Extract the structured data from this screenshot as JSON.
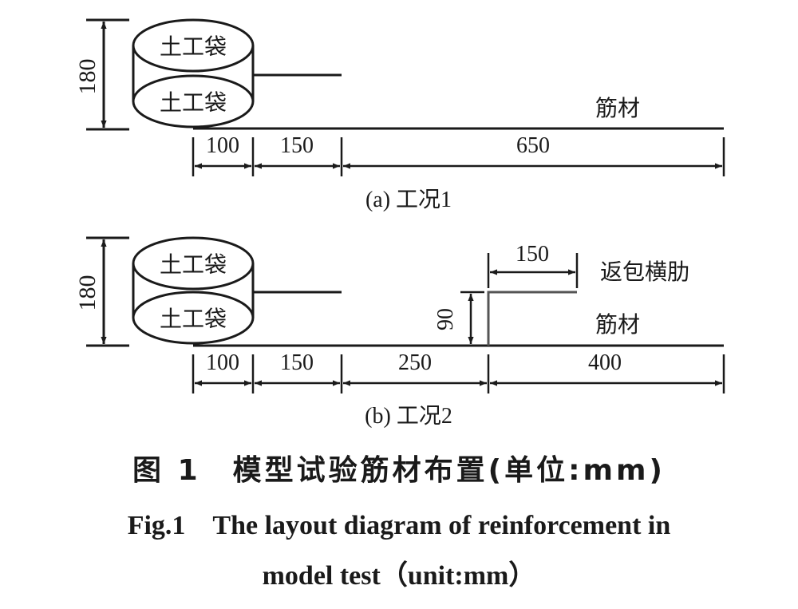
{
  "panel_a": {
    "height_dim": "180",
    "bag_top": "土工袋",
    "bag_bottom": "土工袋",
    "reinforcement_label": "筋材",
    "dims": [
      "100",
      "150",
      "650"
    ],
    "caption": "(a) 工况1"
  },
  "panel_b": {
    "height_dim": "180",
    "bag_top": "土工袋",
    "bag_bottom": "土工袋",
    "reinforcement_label": "筋材",
    "rib_label": "返包横肋",
    "rib_length": "150",
    "rib_height": "90",
    "dims": [
      "100",
      "150",
      "250",
      "400"
    ],
    "caption": "(b) 工况2"
  },
  "figure_caption": {
    "cn": "图 1　模型试验筋材布置(单位:mm)",
    "en_line1": "Fig.1　The layout diagram of reinforcement in",
    "en_line2": "model test（unit:mm）"
  },
  "colors": {
    "ink": "#1a1a1a",
    "background": "#ffffff"
  }
}
